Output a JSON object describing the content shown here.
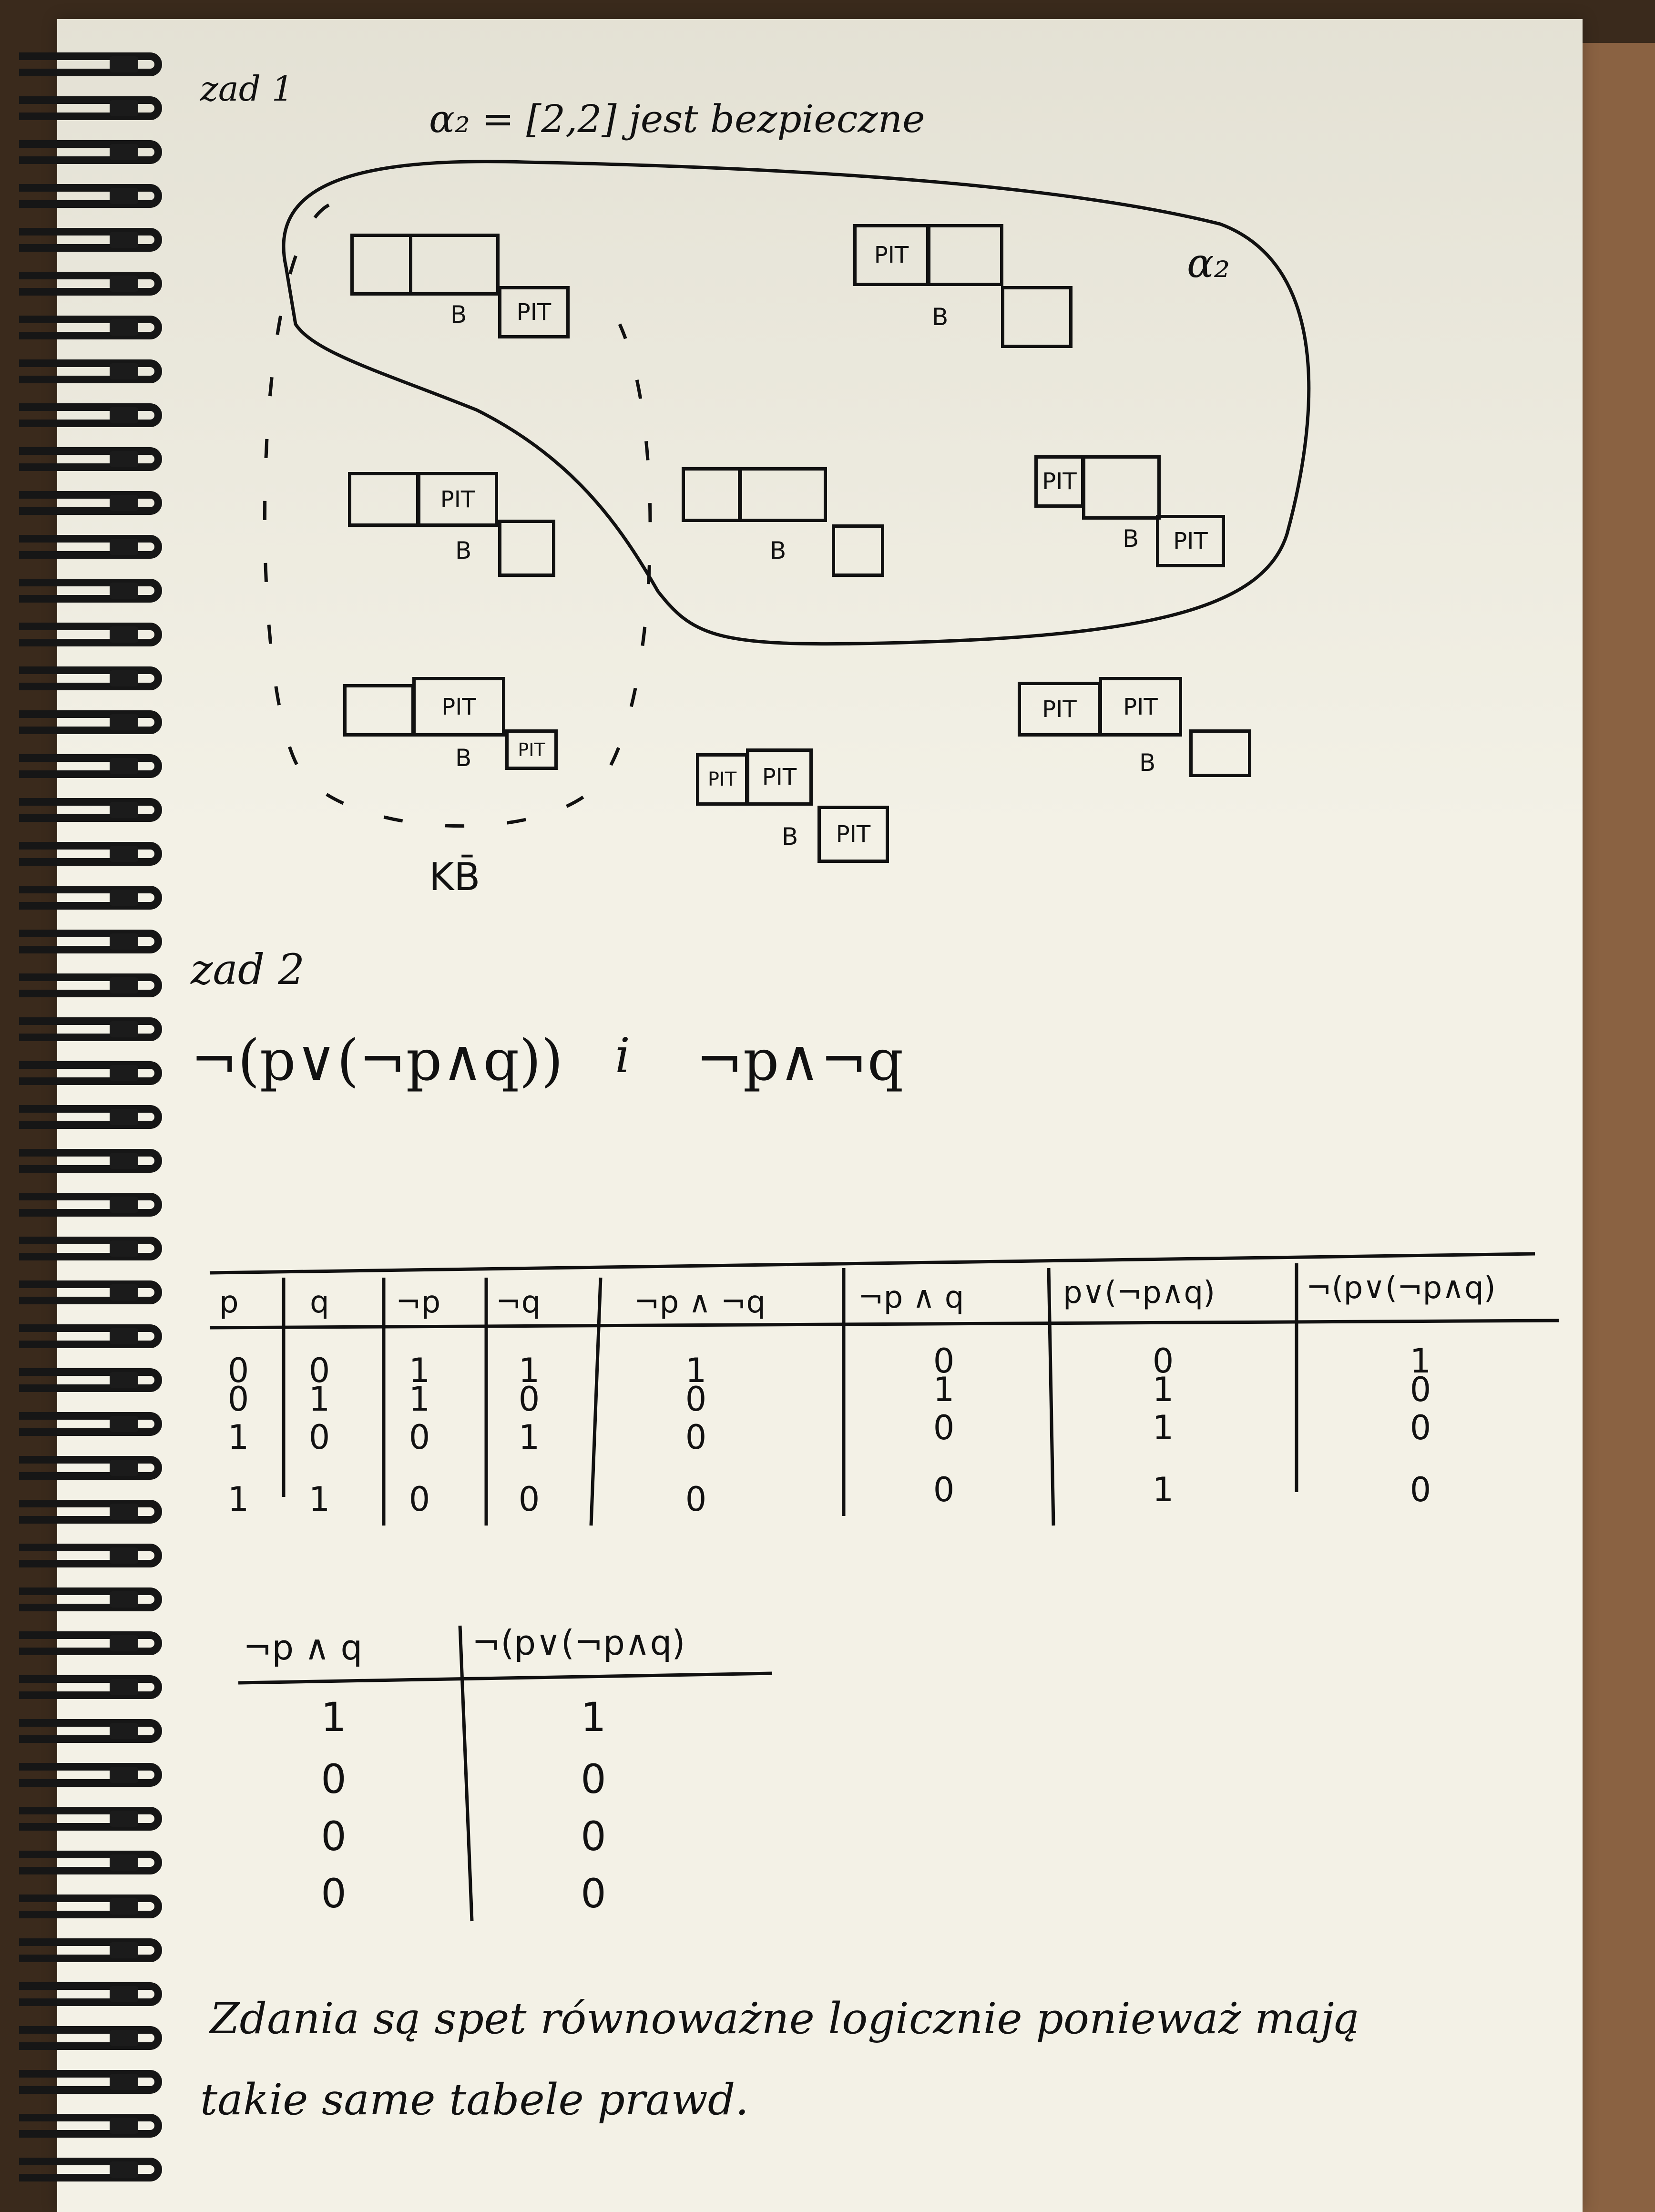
{
  "notebook": {
    "paper_color": "#f3f1e6",
    "ink_color": "#111111",
    "cover_color": "#8a6242"
  },
  "task1": {
    "heading": "zad 1",
    "statement": "α₂ = [2,2] jest bezpieczne",
    "region_label_alpha": "α₂",
    "region_label_kb": "KB̄",
    "breeze": "B",
    "pit": "PIT"
  },
  "task2": {
    "heading": "zad 2",
    "formula_left": "¬(p∨(¬p∧q))",
    "conj": "i",
    "formula_right": "¬p∧¬q",
    "truth_table": {
      "headers": [
        "p",
        "q",
        "¬p",
        "¬q",
        "¬p ∧ ¬q",
        "¬p ∧ q",
        "p∨(¬p∧q)",
        "¬(p∨(¬p∧q)"
      ],
      "rows": [
        [
          "0",
          "0",
          "1",
          "1",
          "1",
          "0",
          "0",
          "1"
        ],
        [
          "0",
          "1",
          "1",
          "0",
          "0",
          "1",
          "1",
          "0"
        ],
        [
          "1",
          "0",
          "0",
          "1",
          "0",
          "0",
          "1",
          "0"
        ],
        [
          "1",
          "1",
          "0",
          "0",
          "0",
          "0",
          "1",
          "0"
        ]
      ]
    },
    "comparison_table": {
      "headers": [
        "¬p ∧ q",
        "¬(p∨(¬p∧q)"
      ],
      "rows": [
        [
          "1",
          "1"
        ],
        [
          "0",
          "0"
        ],
        [
          "0",
          "0"
        ],
        [
          "0",
          "0"
        ]
      ]
    },
    "conclusion_line1": "Zdania są spet równoważne logicznie ponieważ mają",
    "conclusion_line2": "takie same tabele prawd."
  }
}
